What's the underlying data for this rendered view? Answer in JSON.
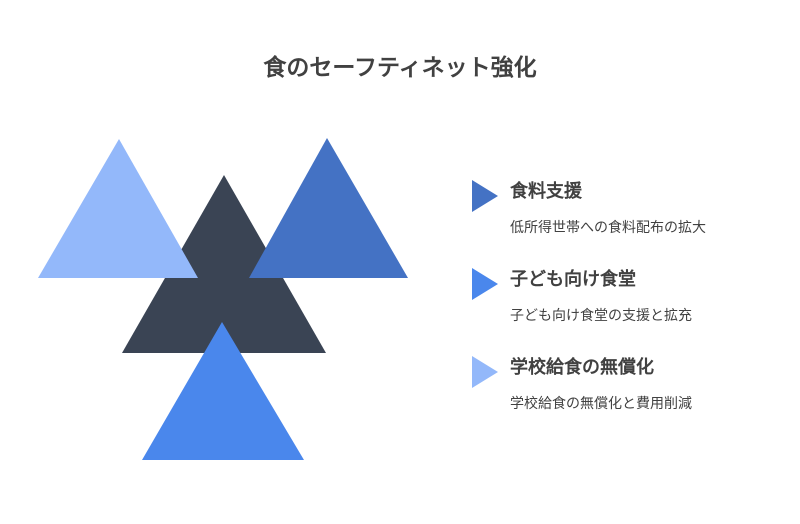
{
  "title": "食のセーフティネット強化",
  "colors": {
    "light_blue": "#93b8fa",
    "dark_slate": "#3a4454",
    "medium_blue": "#4472c4",
    "bright_blue": "#4a87ec",
    "text": "#414141"
  },
  "items": [
    {
      "icon": "play-triangle-icon",
      "color": "#4472c4",
      "title": "食料支援",
      "description": "低所得世帯への食料配布の拡大"
    },
    {
      "icon": "play-triangle-icon",
      "color": "#4a87ec",
      "title": "子ども向け食堂",
      "description": "子ども向け食堂の支援と拡充"
    },
    {
      "icon": "play-triangle-icon",
      "color": "#93b8fa",
      "title": "学校給食の無償化",
      "description": "学校給食の無償化と費用削減"
    }
  ]
}
